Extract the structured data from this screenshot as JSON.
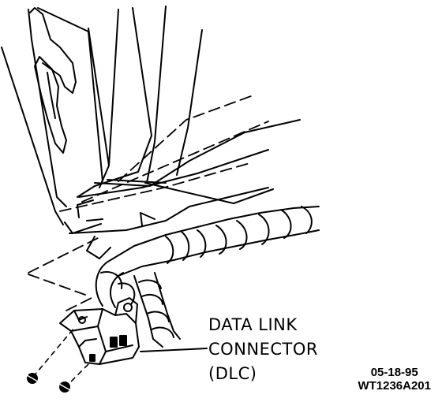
{
  "callout": {
    "line1": "DATA LINK",
    "line2": "CONNECTOR",
    "line3": "(DLC)"
  },
  "reference": {
    "date": "05-18-95",
    "code": "WT1236A201"
  },
  "colors": {
    "ink": "#000000",
    "paper": "#ffffff"
  }
}
